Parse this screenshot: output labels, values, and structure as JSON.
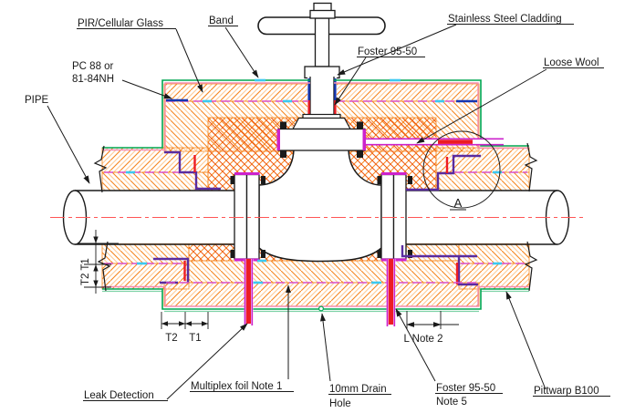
{
  "diagram": {
    "type": "valve-insulation-cross-section",
    "labels": {
      "pir_cellular_glass": "PIR/Cellular Glass",
      "band": "Band",
      "stainless_steel_cladding": "Stainless Steel Cladding",
      "foster_top": "Foster 95-50",
      "loose_wool": "Loose Wool",
      "pc88_line1": "PC 88 or",
      "pc88_line2": "81-84NH",
      "pipe": "PIPE",
      "leak_detection": "Leak Detection",
      "multiplex_foil": "Multiplex foil Note 1",
      "drain_line1": "10mm Drain",
      "drain_line2": "Hole",
      "foster_bottom_line1": "Foster 95-50",
      "foster_bottom_line2": "Note 5",
      "pittwarp": "Pittwarp B100",
      "detail_a": "A",
      "l_note2": "L Note 2",
      "t2": "T2",
      "t1": "T1",
      "t2_t1_vertical": "T2 T1"
    },
    "colors": {
      "cladding_green": "#00a651",
      "inner_liner_pink": "#f48fb1",
      "insulation_orange": "#f6861f",
      "insulation_orange_light": "#ffc992",
      "crosshatch_red_orange": "#ee5511",
      "vapor_barrier_magenta": "#d94fc6",
      "foil_purple": "#5a2ca0",
      "leak_tube_magenta": "#cc22cc",
      "leak_element_red": "#ed1c24",
      "sealant_blue": "#1535b0",
      "band_cyan": "#3cc9f0",
      "centerline_red": "#ff5555",
      "line_black": "#1a1a1a"
    }
  }
}
